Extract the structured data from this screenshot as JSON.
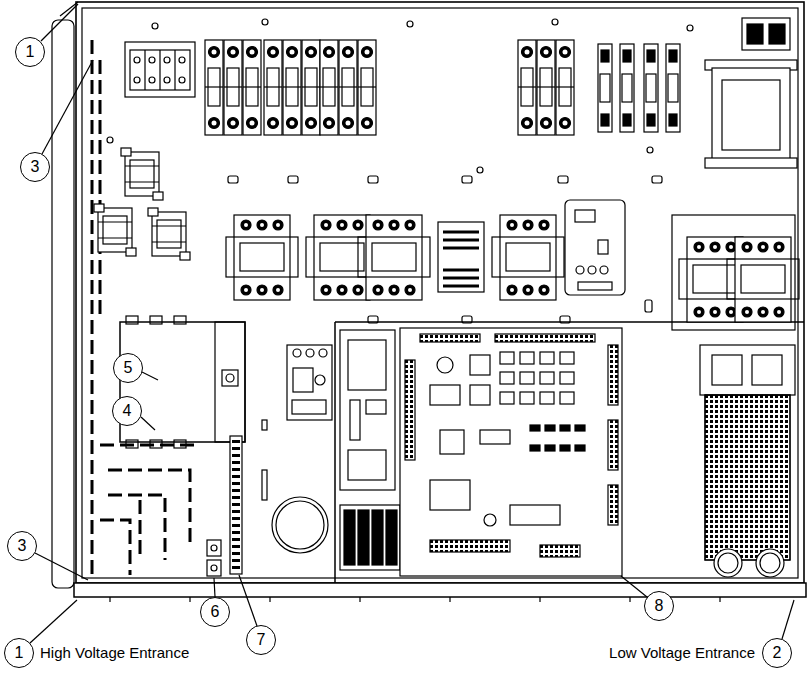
{
  "diagram": {
    "nodes": [
      {
        "text": [
          "1"
        ]
      },
      {
        "text": [
          "3"
        ]
      },
      {
        "text": [
          "5"
        ]
      },
      {
        "text": [
          "4"
        ]
      },
      {
        "text": [
          "3"
        ]
      },
      {
        "text": [
          "8"
        ]
      },
      {
        "text": [
          "6"
        ]
      },
      {
        "text": [
          "7"
        ]
      },
      {
        "text": [
          "1"
        ]
      },
      {
        "text": [
          "2"
        ]
      }
    ],
    "labels": [
      "High Voltage Entrance",
      "Low Voltage Entrance"
    ]
  }
}
